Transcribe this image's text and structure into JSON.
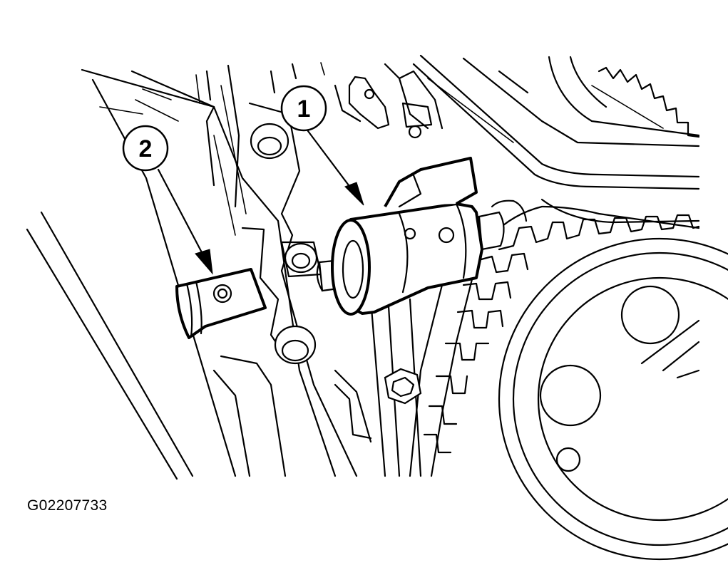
{
  "figure": {
    "id_text": "G02207733"
  },
  "callouts": [
    {
      "label": "1",
      "part": "tool-1"
    },
    {
      "label": "2",
      "part": "tool-2"
    }
  ],
  "colors": {
    "line": "#000000",
    "background": "#ffffff"
  }
}
